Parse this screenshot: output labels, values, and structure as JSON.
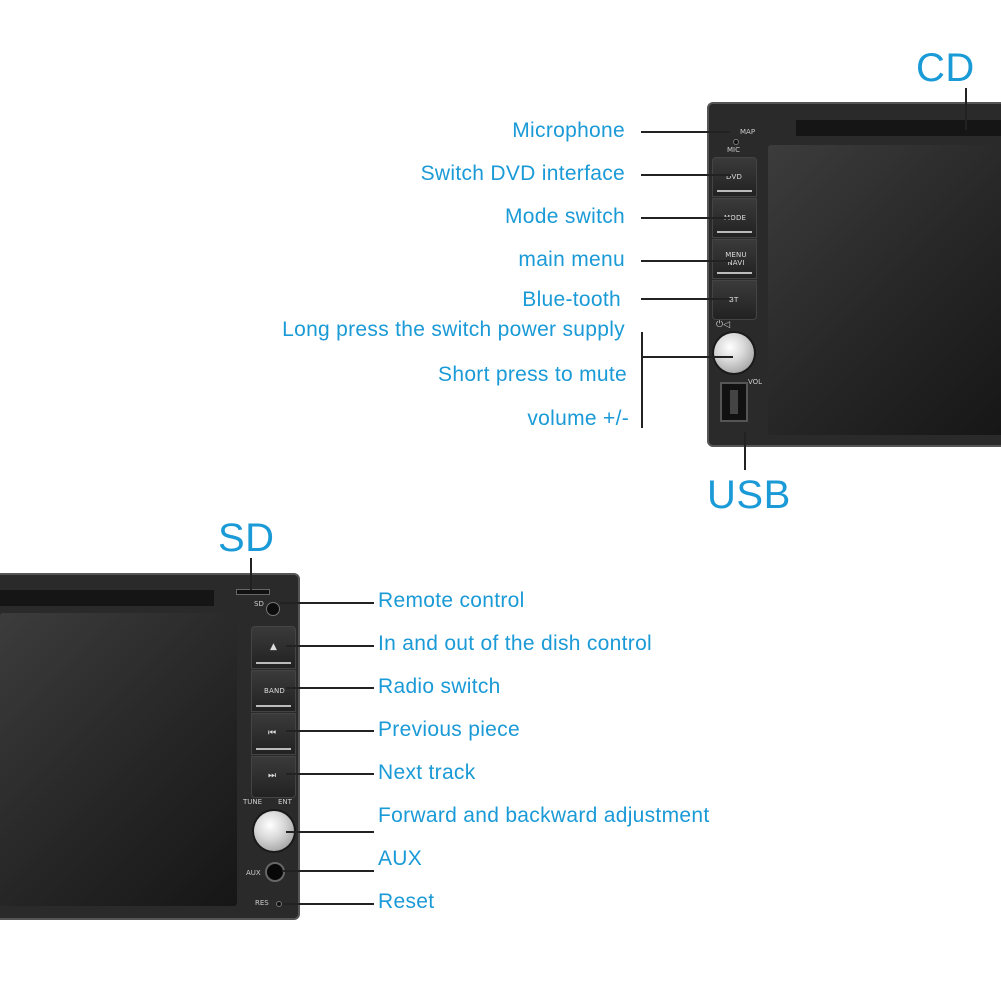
{
  "top_unit": {
    "callouts": {
      "cd": "CD",
      "usb": "USB"
    },
    "labels": [
      "Microphone",
      "Switch DVD interface",
      "Mode switch",
      "main menu",
      "Blue-tooth",
      "Long press the switch power supply",
      "Short press to mute",
      "volume +/-"
    ],
    "panel_text": {
      "map": "MAP",
      "mic": "MIC",
      "dvd": "DVD",
      "mode": "MODE",
      "menu_navi": "MENU NAVI",
      "bt": "BT",
      "vol": "VOL"
    }
  },
  "bottom_unit": {
    "callouts": {
      "sd": "SD"
    },
    "labels": [
      "Remote control",
      "In and out of the dish control",
      "Radio switch",
      "Previous piece",
      "Next track",
      "Forward and backward adjustment",
      "AUX",
      "Reset"
    ],
    "panel_text": {
      "sd": "SD",
      "eject": "▲",
      "band": "BAND",
      "prev": "⏮",
      "next": "⏭",
      "tune": "TUNE",
      "ent": "ENT",
      "aux": "AUX",
      "res": "RES"
    }
  }
}
